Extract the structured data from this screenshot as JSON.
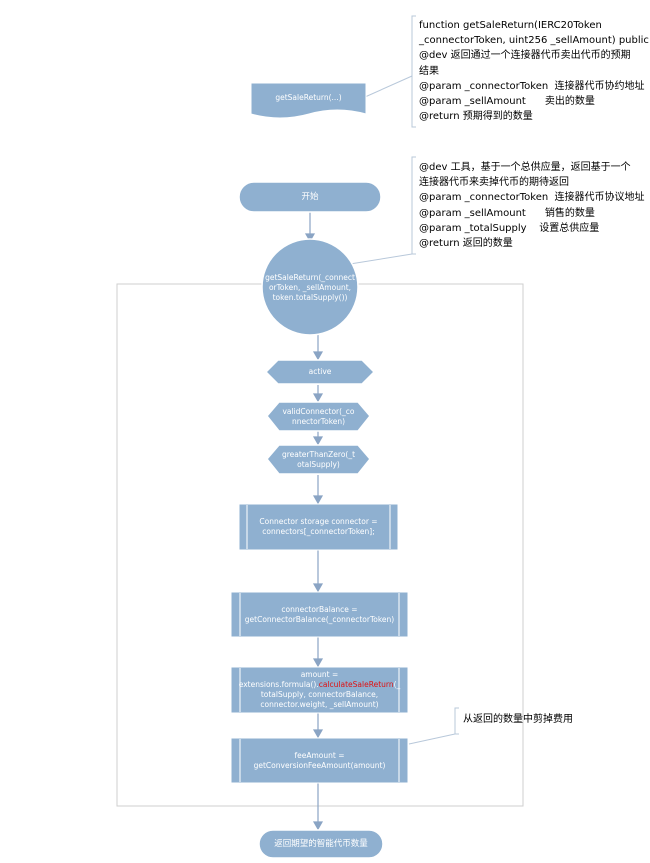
{
  "colors": {
    "node_fill": "#8fb0d0",
    "node_stroke": "#ffffff",
    "arrow": "#8aa4c4",
    "container_border": "#cfcfcf",
    "bracket": "#b8c8da",
    "highlight": "#e01010"
  },
  "notes": {
    "function_doc": [
      "function getSaleReturn(IERC20Token",
      "_connectorToken, uint256 _sellAmount) public",
      "@dev 返回通过一个连接器代币卖出代币的预期",
      "结果",
      "@param _connectorToken  连接器代币协约地址",
      "@param _sellAmount      卖出的数量",
      "@return 预期得到的数量"
    ],
    "internal_doc": [
      "@dev 工具，基于一个总供应量，返回基于一个",
      "连接器代币来卖掉代币的期待返回",
      "@param _connectorToken  连接器代币协议地址",
      "@param _sellAmount      销售的数量",
      "@param _totalSupply    设置总供应量",
      "@return 返回的数量"
    ],
    "fee_note": "从返回的数量中剪掉费用"
  },
  "nodes": {
    "document": "getSaleReturn(...)",
    "start": "开始",
    "circle": [
      "getSaleReturn(_connect",
      "orToken, _sellAmount,",
      "token.totalSupply())"
    ],
    "active": "active",
    "valid_connector": [
      "validConnector(_co",
      "nnectorToken)"
    ],
    "greater_than_zero": [
      "greaterThanZero(_t",
      "otalSupply)"
    ],
    "connector_storage": [
      "Connector storage connector =",
      "connectors[_connectorToken];"
    ],
    "connector_balance": [
      "connectorBalance =",
      "getConnectorBalance(_connectorToken)"
    ],
    "amount": {
      "line1": "amount =",
      "line2_prefix": "extensions.formula().",
      "line2_highlight": "calculateSaleReturn",
      "line2_suffix": "(_",
      "line3": "totalSupply, connectorBalance,",
      "line4": "connector.weight, _sellAmount)"
    },
    "fee_amount": [
      "feeAmount =",
      "getConversionFeeAmount(amount)"
    ],
    "end": "返回期望的智能代币数量"
  }
}
